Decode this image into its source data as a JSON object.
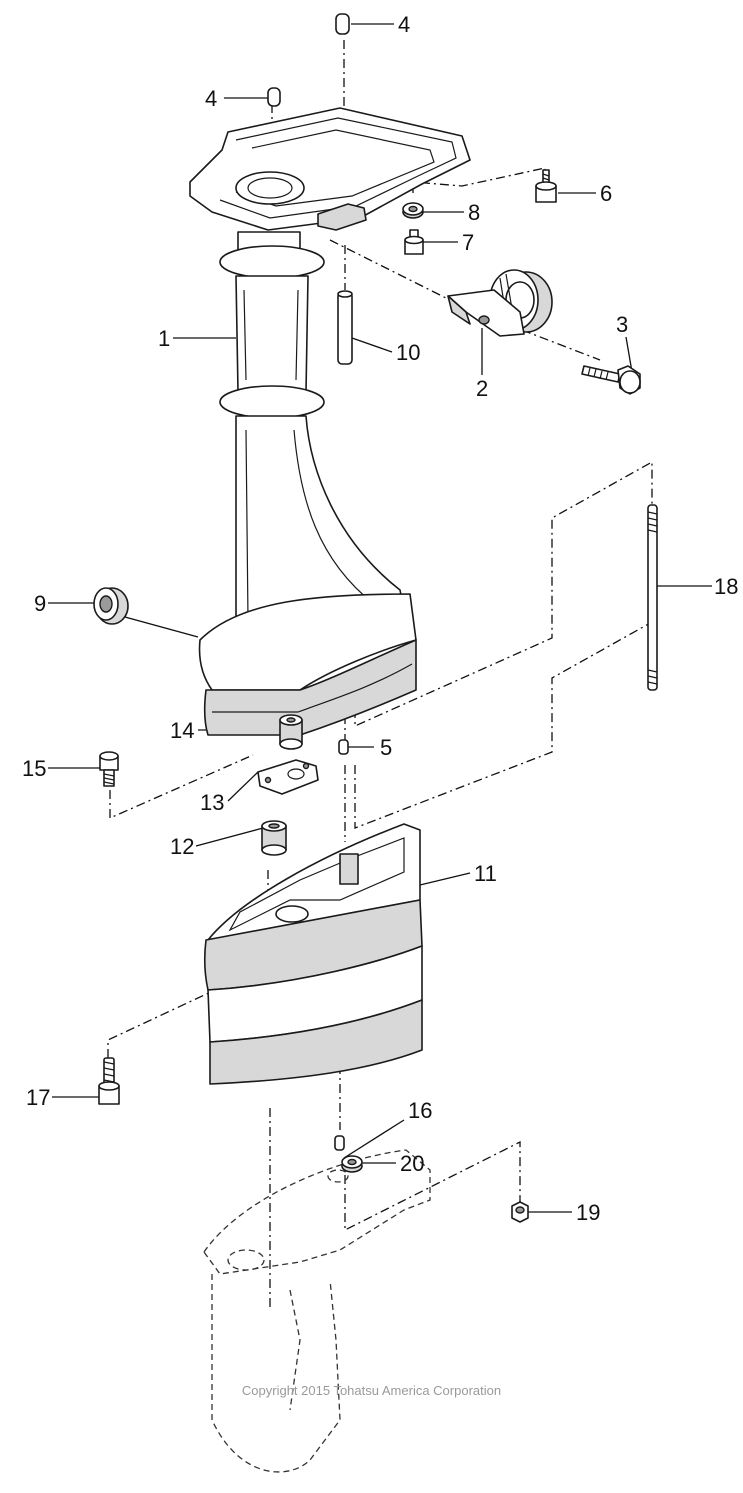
{
  "diagram": {
    "callouts": [
      {
        "id": "4a",
        "label": "4"
      },
      {
        "id": "4b",
        "label": "4"
      },
      {
        "id": "6",
        "label": "6"
      },
      {
        "id": "8",
        "label": "8"
      },
      {
        "id": "7",
        "label": "7"
      },
      {
        "id": "3",
        "label": "3"
      },
      {
        "id": "1",
        "label": "1"
      },
      {
        "id": "10",
        "label": "10"
      },
      {
        "id": "2",
        "label": "2"
      },
      {
        "id": "18",
        "label": "18"
      },
      {
        "id": "9",
        "label": "9"
      },
      {
        "id": "5",
        "label": "5"
      },
      {
        "id": "14",
        "label": "14"
      },
      {
        "id": "15",
        "label": "15"
      },
      {
        "id": "13",
        "label": "13"
      },
      {
        "id": "12",
        "label": "12"
      },
      {
        "id": "11",
        "label": "11"
      },
      {
        "id": "17",
        "label": "17"
      },
      {
        "id": "16",
        "label": "16"
      },
      {
        "id": "20",
        "label": "20"
      },
      {
        "id": "19",
        "label": "19"
      }
    ],
    "copyright": "Copyright 2015 Tohatsu America Corporation"
  }
}
